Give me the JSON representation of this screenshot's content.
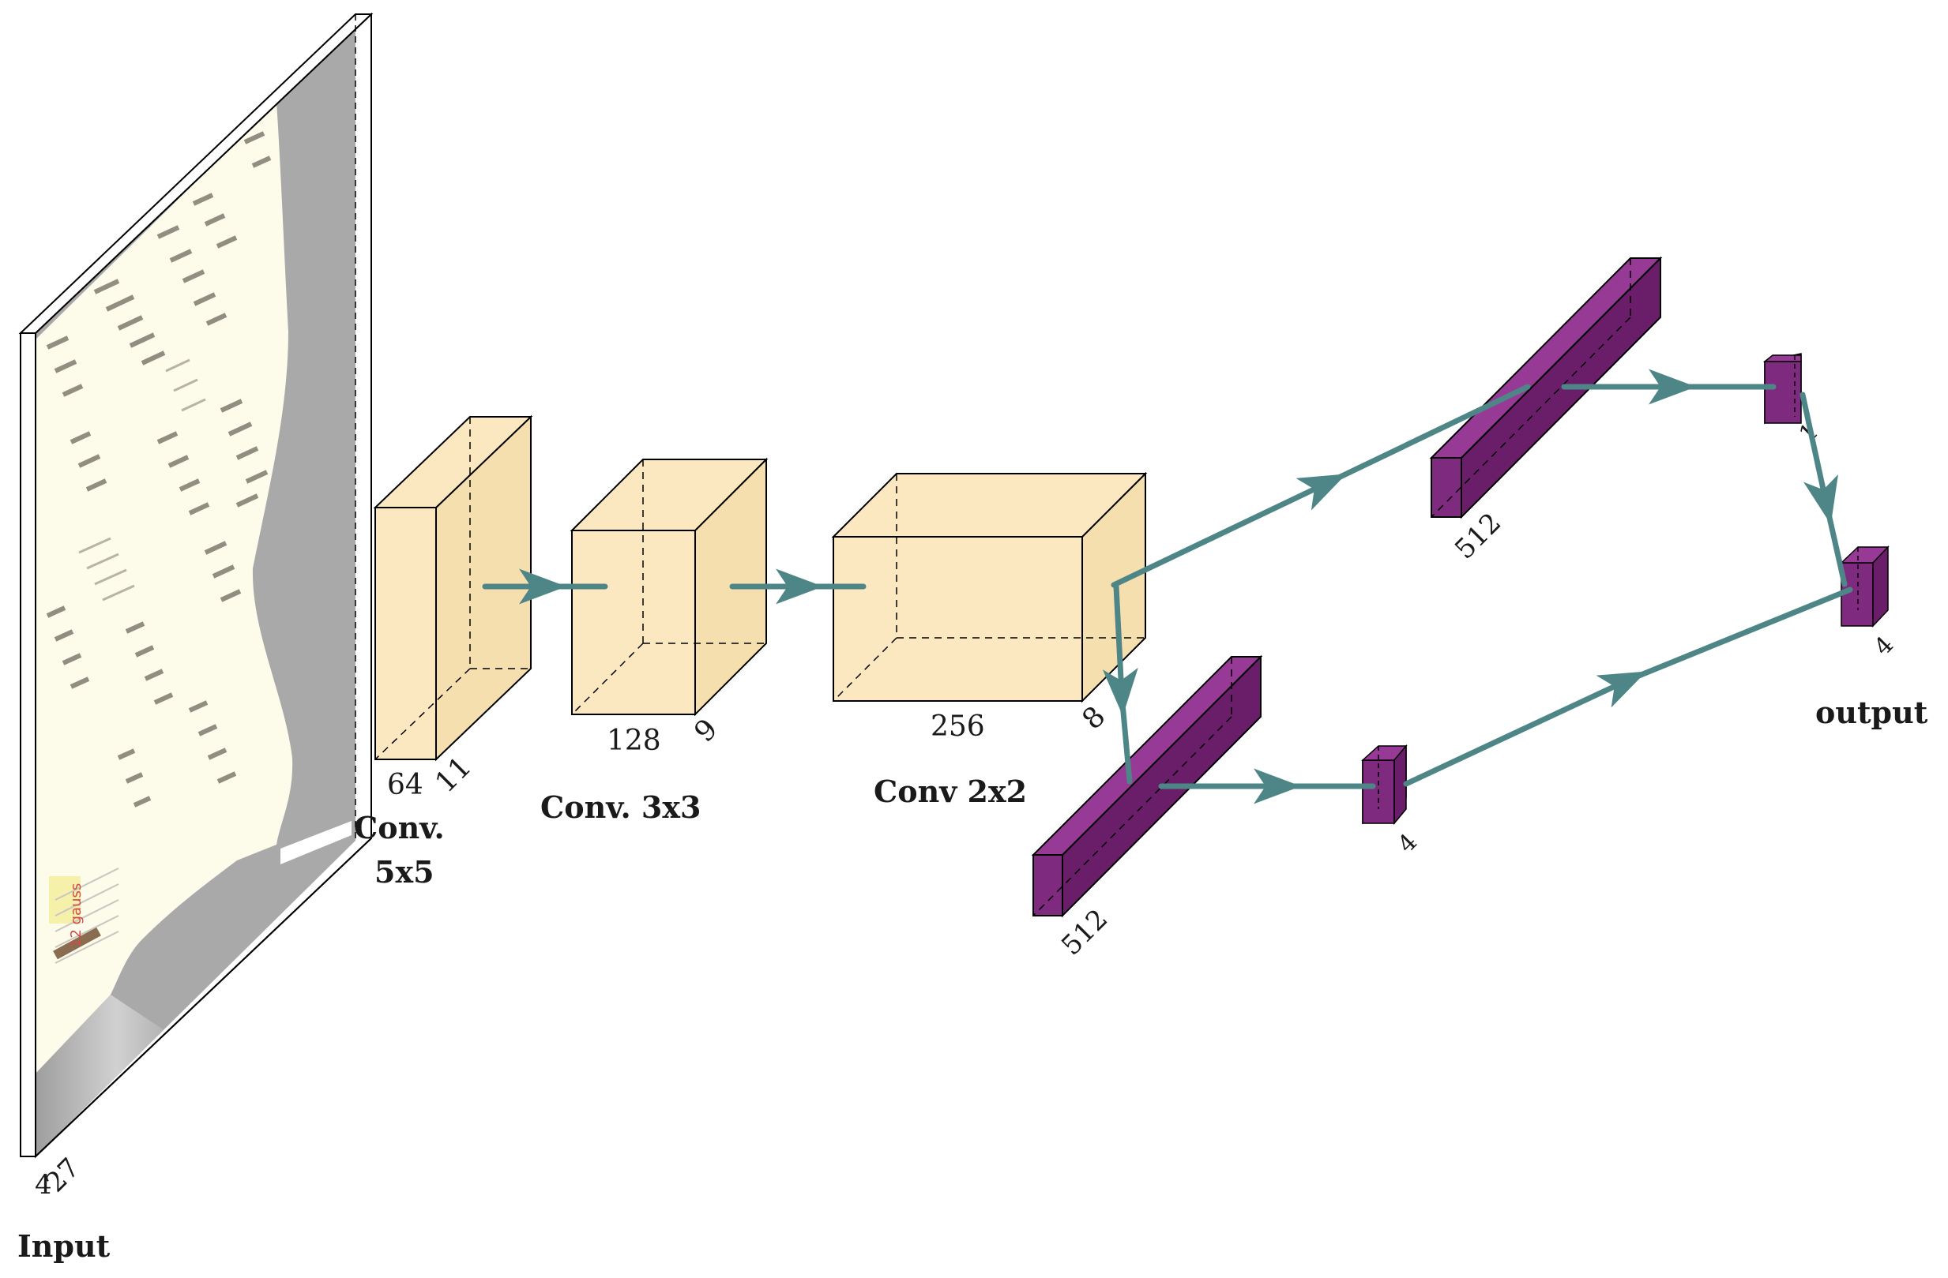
{
  "colors": {
    "conv_face": "#fbe8c0",
    "conv_face_dark": "#f6dfae",
    "dense_front": "#7e2a7e",
    "dense_side": "#6a1e6a",
    "dense_top": "#973a96",
    "arrow": "#4e8586",
    "input_gray": "#a8a8a8",
    "input_cream": "#fdfbea"
  },
  "labels": {
    "input": "Input",
    "conv1_line1": "Conv.",
    "conv1_line2": "5x5",
    "conv2": "Conv. 3x3",
    "conv3": "Conv 2x2",
    "output": "output"
  },
  "dims": {
    "input_a": "4",
    "input_b": "27",
    "conv1_w": "64",
    "conv1_d": "11",
    "conv2_w": "128",
    "conv2_d": "9",
    "conv3_w": "256",
    "conv3_d": "8",
    "fc_top": "512",
    "fc_bottom": "512",
    "small_top": "1",
    "small_bottom": "4",
    "out": "4"
  },
  "inset_text": {
    "vertical": "12 gauss"
  }
}
